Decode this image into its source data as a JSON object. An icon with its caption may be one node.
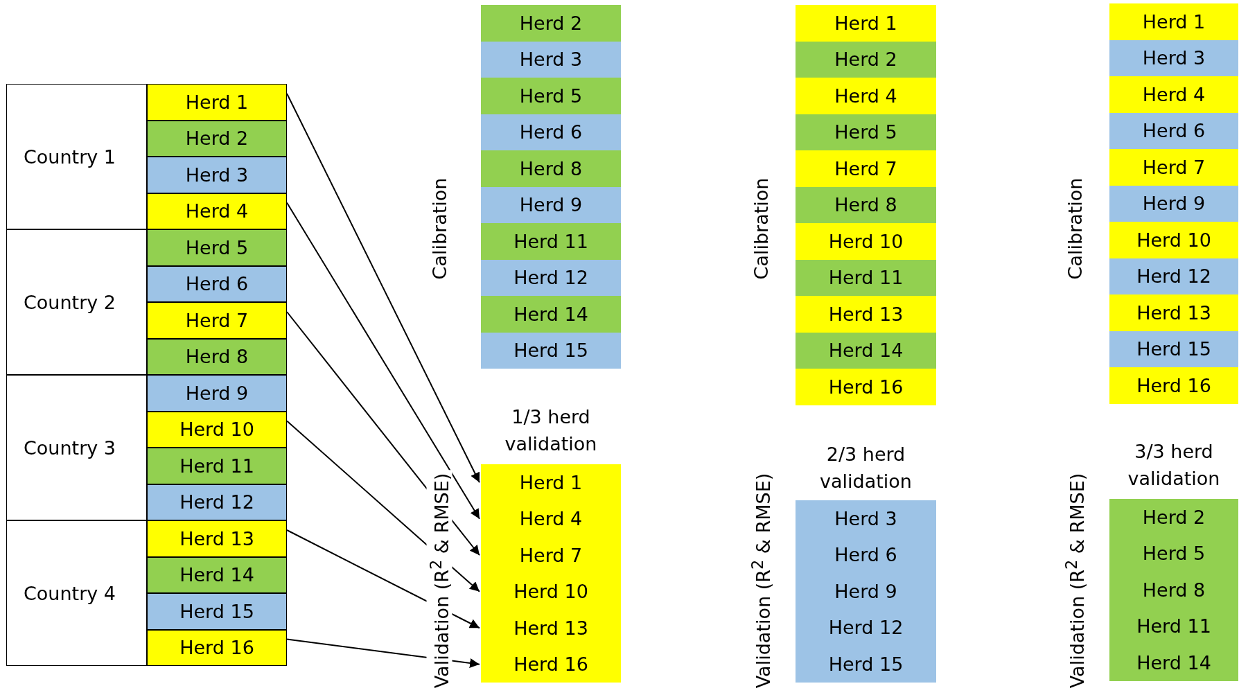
{
  "diagram": {
    "nodes": [
      {
        "text": [
          "Country 1"
        ]
      },
      {
        "text": [
          "Country 2"
        ]
      },
      {
        "text": [
          "Country 3"
        ]
      },
      {
        "text": [
          "Country 4"
        ]
      },
      {
        "text": [
          "Herd 1"
        ]
      },
      {
        "text": [
          "Herd 2"
        ]
      },
      {
        "text": [
          "Herd 3"
        ]
      },
      {
        "text": [
          "Herd 4"
        ]
      },
      {
        "text": [
          "Herd 5"
        ]
      },
      {
        "text": [
          "Herd 6"
        ]
      },
      {
        "text": [
          "Herd 7"
        ]
      },
      {
        "text": [
          "Herd 8"
        ]
      },
      {
        "text": [
          "Herd 9"
        ]
      },
      {
        "text": [
          "Herd 10"
        ]
      },
      {
        "text": [
          "Herd 11"
        ]
      },
      {
        "text": [
          "Herd 12"
        ]
      },
      {
        "text": [
          "Herd 13"
        ]
      },
      {
        "text": [
          "Herd 14"
        ]
      },
      {
        "text": [
          "Herd 15"
        ]
      },
      {
        "text": [
          "Herd 16"
        ]
      },
      {
        "text": [
          "Herd 2"
        ]
      },
      {
        "text": [
          "Herd 3"
        ]
      },
      {
        "text": [
          "Herd 5"
        ]
      },
      {
        "text": [
          "Herd 6"
        ]
      },
      {
        "text": [
          "Herd 8"
        ]
      },
      {
        "text": [
          "Herd 9"
        ]
      },
      {
        "text": [
          "Herd 11"
        ]
      },
      {
        "text": [
          "Herd 12"
        ]
      },
      {
        "text": [
          "Herd 14"
        ]
      },
      {
        "text": [
          "Herd 15"
        ]
      },
      {
        "text": [
          "Herd 1"
        ]
      },
      {
        "text": [
          "Herd 4"
        ]
      },
      {
        "text": [
          "Herd 7"
        ]
      },
      {
        "text": [
          "Herd 10"
        ]
      },
      {
        "text": [
          "Herd 13"
        ]
      },
      {
        "text": [
          "Herd 16"
        ]
      },
      {
        "text": [
          "Herd 1"
        ]
      },
      {
        "text": [
          "Herd 2"
        ]
      },
      {
        "text": [
          "Herd 4"
        ]
      },
      {
        "text": [
          "Herd 5"
        ]
      },
      {
        "text": [
          "Herd 7"
        ]
      },
      {
        "text": [
          "Herd 8"
        ]
      },
      {
        "text": [
          "Herd 10"
        ]
      },
      {
        "text": [
          "Herd 11"
        ]
      },
      {
        "text": [
          "Herd 13"
        ]
      },
      {
        "text": [
          "Herd 14"
        ]
      },
      {
        "text": [
          "Herd 16"
        ]
      },
      {
        "text": [
          "Herd 3"
        ]
      },
      {
        "text": [
          "Herd 6"
        ]
      },
      {
        "text": [
          "Herd 9"
        ]
      },
      {
        "text": [
          "Herd 12"
        ]
      },
      {
        "text": [
          "Herd 15"
        ]
      },
      {
        "text": [
          "Herd 1"
        ]
      },
      {
        "text": [
          "Herd 3"
        ]
      },
      {
        "text": [
          "Herd 4"
        ]
      },
      {
        "text": [
          "Herd 6"
        ]
      },
      {
        "text": [
          "Herd 7"
        ]
      },
      {
        "text": [
          "Herd 9"
        ]
      },
      {
        "text": [
          "Herd 10"
        ]
      },
      {
        "text": [
          "Herd 12"
        ]
      },
      {
        "text": [
          "Herd 13"
        ]
      },
      {
        "text": [
          "Herd 15"
        ]
      },
      {
        "text": [
          "Herd 16"
        ]
      },
      {
        "text": [
          "Herd 2"
        ]
      },
      {
        "text": [
          "Herd 5"
        ]
      },
      {
        "text": [
          "Herd 8"
        ]
      },
      {
        "text": [
          "Herd 11"
        ]
      },
      {
        "text": [
          "Herd 14"
        ]
      }
    ],
    "edges": [
      {
        "from": 4,
        "to": 30,
        "arrow": "to"
      },
      {
        "from": 7,
        "to": 31,
        "arrow": "to"
      },
      {
        "from": 10,
        "to": 32,
        "arrow": "to"
      },
      {
        "from": 13,
        "to": 33,
        "arrow": "to"
      },
      {
        "from": 16,
        "to": 34,
        "arrow": "to"
      },
      {
        "from": 19,
        "to": 35,
        "arrow": "to"
      }
    ],
    "labels": [
      "Calibration",
      "Calibration",
      "Calibration",
      "1/3 herd validation",
      "2/3 herd validation",
      "3/3 herd validation",
      "Validation (R$^{2}$ & RMSE)",
      "Validation (R$^{2}$ & RMSE)",
      "Validation (R$^{2}$ & RMSE)"
    ]
  }
}
